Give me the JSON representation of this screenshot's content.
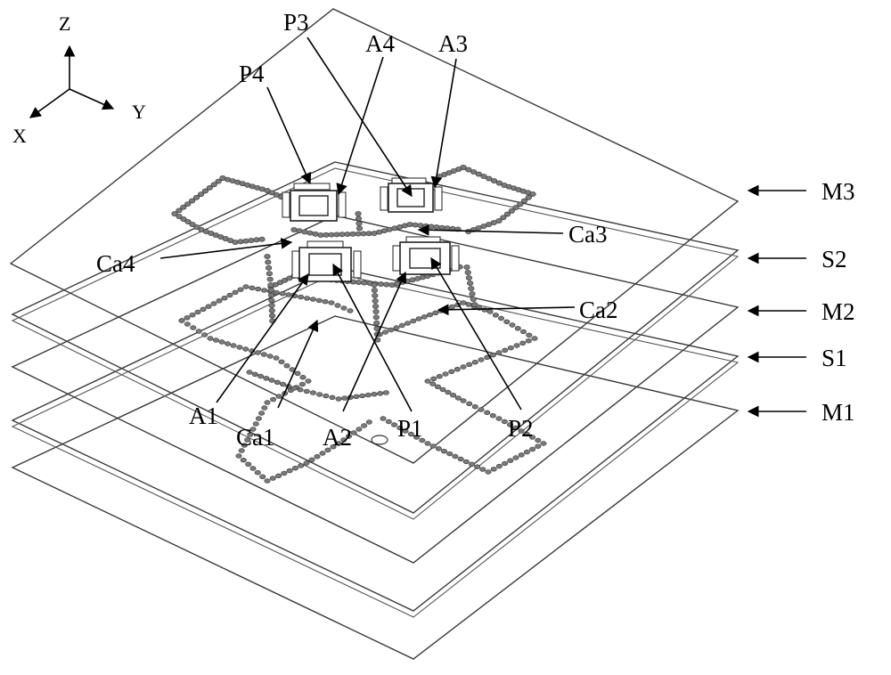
{
  "axes": {
    "z": "Z",
    "y": "Y",
    "x": "X"
  },
  "layers": [
    {
      "id": "m3",
      "label": "M3"
    },
    {
      "id": "s2",
      "label": "S2"
    },
    {
      "id": "m2",
      "label": "M2"
    },
    {
      "id": "s1",
      "label": "S1"
    },
    {
      "id": "m1",
      "label": "M1"
    }
  ],
  "labels": {
    "p1": "P1",
    "p2": "P2",
    "p3": "P3",
    "p4": "P4",
    "a1": "A1",
    "a2": "A2",
    "a3": "A3",
    "a4": "A4",
    "ca1": "Ca1",
    "ca2": "Ca2",
    "ca3": "Ca3",
    "ca4": "Ca4"
  }
}
